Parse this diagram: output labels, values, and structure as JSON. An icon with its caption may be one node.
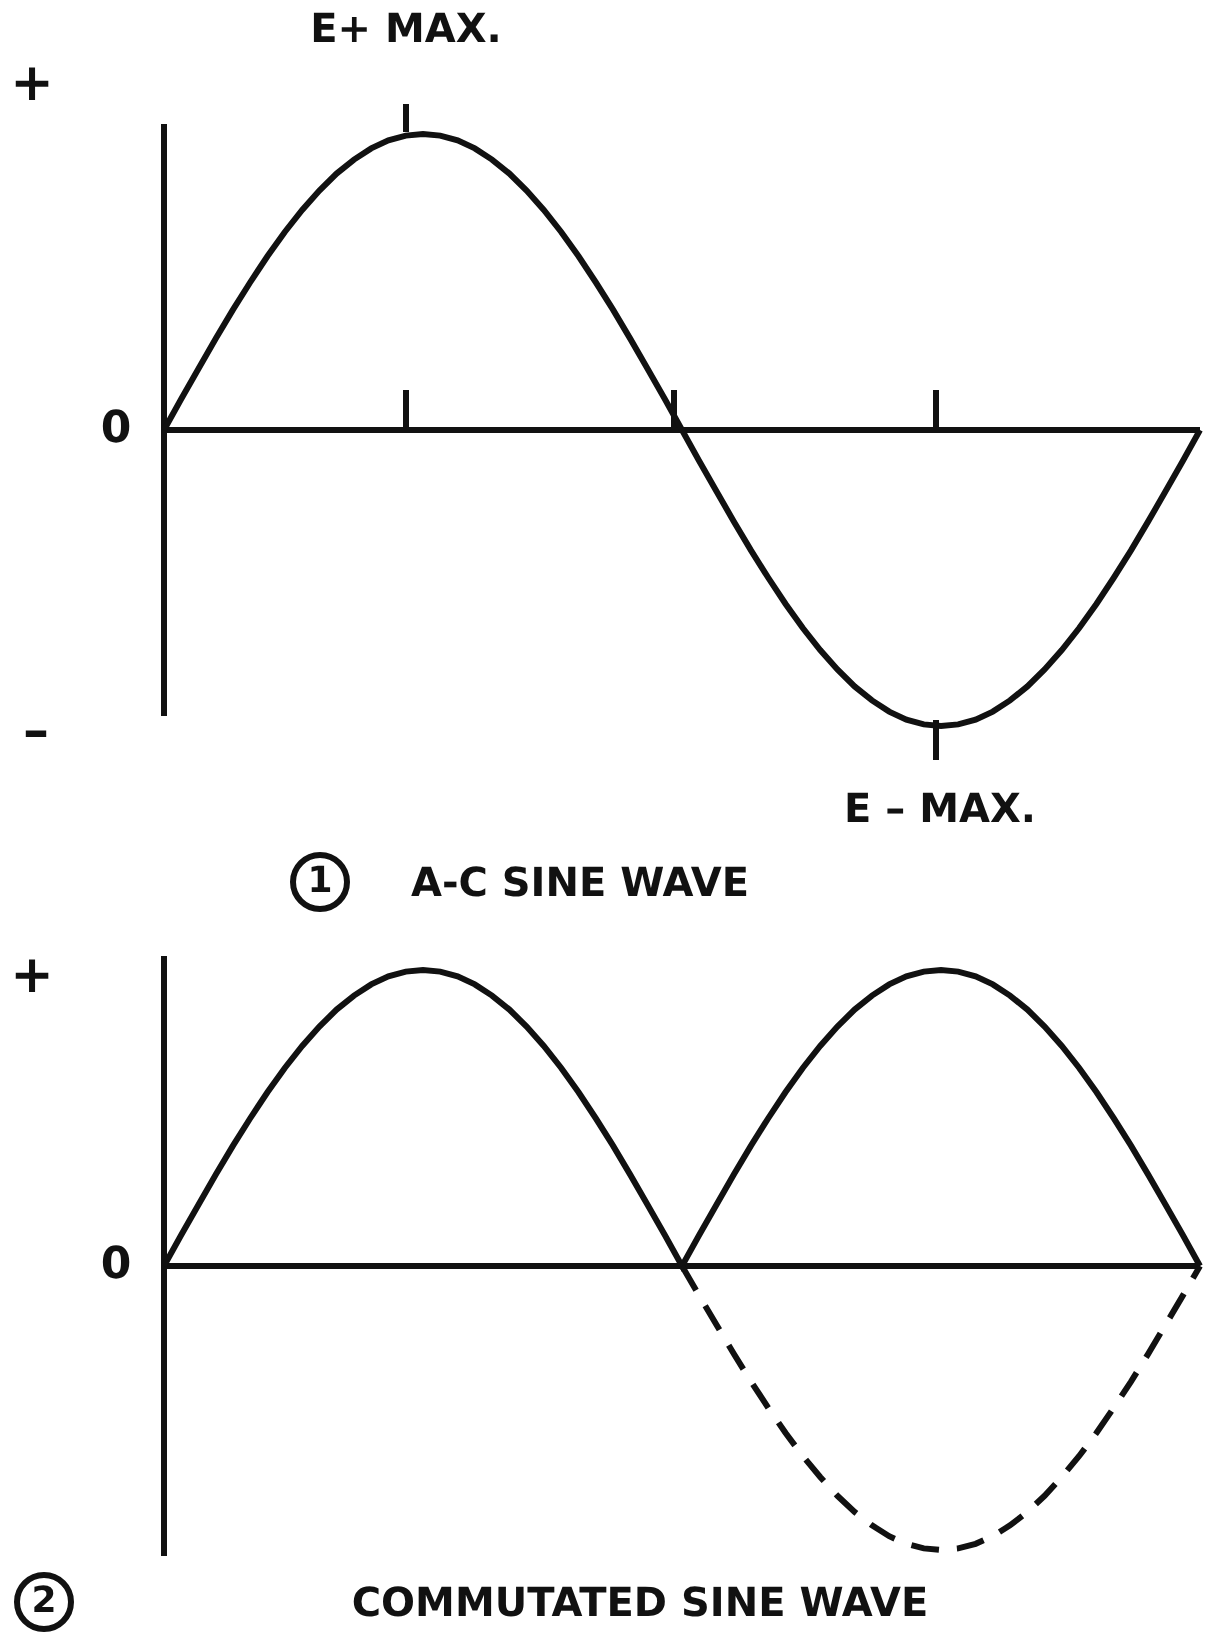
{
  "diagram": {
    "labels": [
      "E+ MAX.",
      "+",
      "0",
      "–",
      "E – MAX.",
      "1",
      "A-C SINE WAVE",
      "+",
      "0",
      "2",
      "COMMUTATED SINE WAVE"
    ]
  }
}
